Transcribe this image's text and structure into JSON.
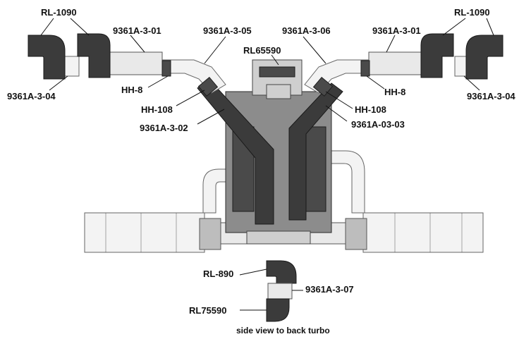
{
  "labels": {
    "rl1090_left": "RL-1090",
    "rl1090_right": "RL-1090",
    "p01_left": "9361A-3-01",
    "p01_right": "9361A-3-01",
    "p05": "9361A-3-05",
    "p06": "9361A-3-06",
    "rl65590": "RL65590",
    "p04_left": "9361A-3-04",
    "p04_right": "9361A-3-04",
    "hh8_left": "HH-8",
    "hh8_right": "HH-8",
    "hh108_left": "HH-108",
    "hh108_right": "HH-108",
    "p02": "9361A-3-02",
    "p0303": "9361A-03-03",
    "rl890": "RL-890",
    "p07": "9361A-3-07",
    "rl75590": "RL75590"
  },
  "caption": "side view to back turbo",
  "colors": {
    "rubber": "#3b3b3b",
    "pipe": "#e9e9e9",
    "engine": "#8c8c8c",
    "leader": "#111111"
  }
}
